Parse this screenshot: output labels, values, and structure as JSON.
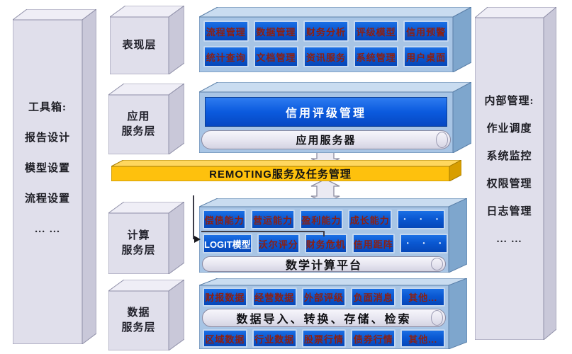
{
  "toolbox": {
    "title": "工具箱:",
    "items": [
      "报告设计",
      "模型设置",
      "流程设置",
      "… …"
    ]
  },
  "internal_mgmt": {
    "title": "内部管理:",
    "items": [
      "作业调度",
      "系统监控",
      "权限管理",
      "日志管理",
      "… …"
    ]
  },
  "layer_labels": {
    "presentation": [
      "表现层"
    ],
    "application": [
      "应用",
      "服务层"
    ],
    "computing": [
      "计算",
      "服务层"
    ],
    "data": [
      "数据",
      "服务层"
    ]
  },
  "presentation_layer": {
    "row1": [
      "流程管理",
      "数据管理",
      "财务分析",
      "评级模型",
      "信用预警"
    ],
    "row2": [
      "统计查询",
      "文档管理",
      "资讯服务",
      "系统管理",
      "用户桌面"
    ]
  },
  "application_layer": {
    "main_app": "信用评级管理",
    "server": "应用服务器"
  },
  "remoting": {
    "label": "REMOTING服务及任务管理"
  },
  "computing_layer": {
    "row1": [
      "偿债能力",
      "营运能力",
      "盈利能力",
      "成长能力",
      "· · ·"
    ],
    "row2": [
      "LOGIT模型",
      "沃尔评分",
      "财务危机",
      "信用距阵",
      "· · ·"
    ],
    "platform": "数学计算平台"
  },
  "data_layer": {
    "row1": [
      "财报数据",
      "经营数据",
      "外部评级",
      "负面消息",
      "其他..."
    ],
    "pipeline": "数据导入、转换、存储、检索",
    "row2": [
      "区域数据",
      "行业数据",
      "股票行情",
      "债券行情",
      "其他..."
    ]
  },
  "colors": {
    "button_blue": "#0a58d2",
    "button_text_red": "#8b2012",
    "container_blue": "#a8c5e5",
    "panel_lavender": "#e0dfeb",
    "remoting_orange": "#fec10d",
    "app_bar_blue": "#0b5ade"
  }
}
